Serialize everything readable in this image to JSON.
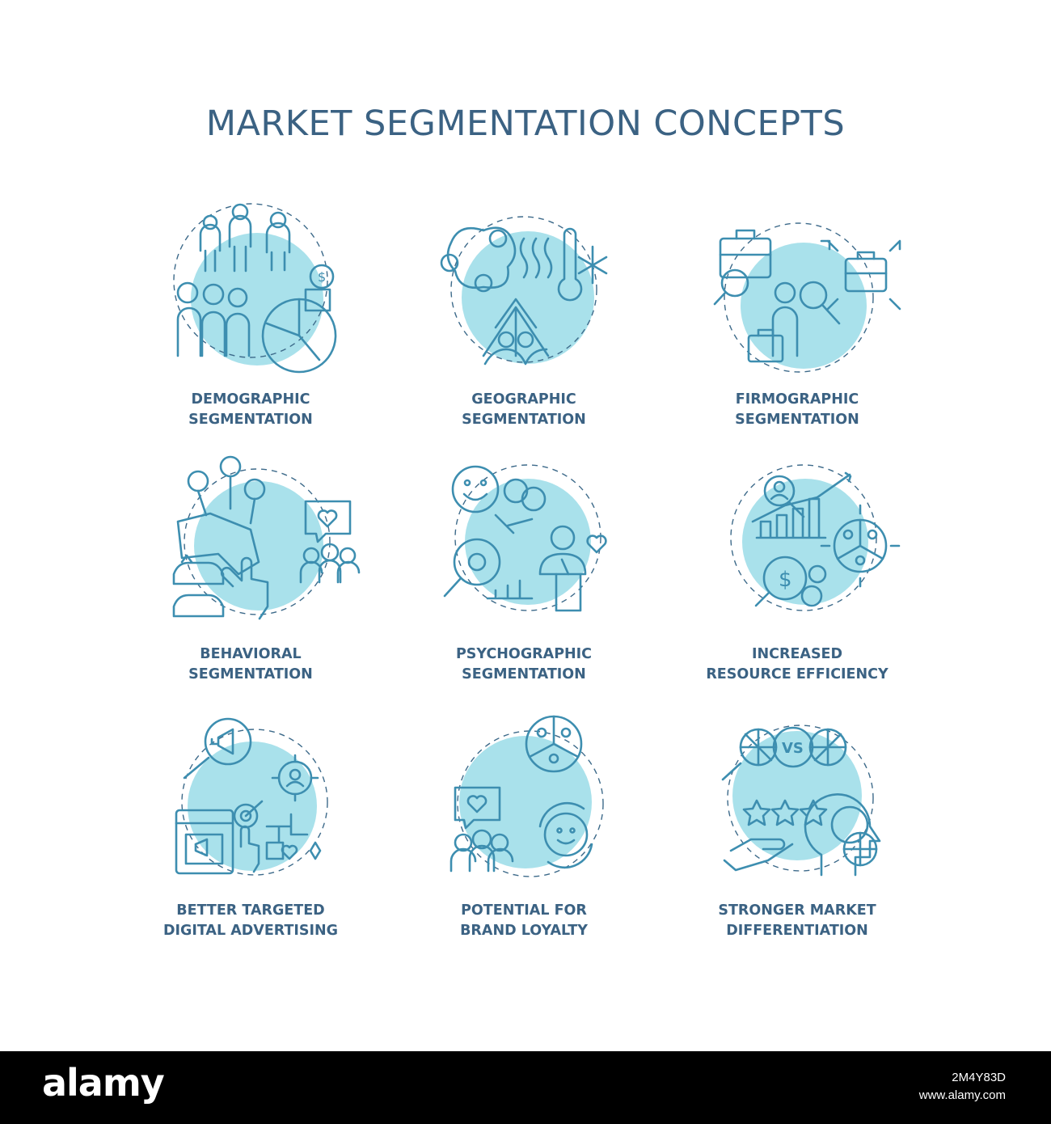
{
  "title": "MARKET SEGMENTATION CONCEPTS",
  "concepts": [
    {
      "label": "DEMOGRAPHIC\nSEGMENTATION",
      "icon": "demographic-icon"
    },
    {
      "label": "GEOGRAPHIC\nSEGMENTATION",
      "icon": "geographic-icon"
    },
    {
      "label": "FIRMOGRAPHIC\nSEGMENTATION",
      "icon": "firmographic-icon"
    },
    {
      "label": "BEHAVIORAL\nSEGMENTATION",
      "icon": "behavioral-icon"
    },
    {
      "label": "PSYCHOGRAPHIC\nSEGMENTATION",
      "icon": "psychographic-icon"
    },
    {
      "label": "INCREASED\nRESOURCE EFFICIENCY",
      "icon": "resource-efficiency-icon"
    },
    {
      "label": "BETTER TARGETED\nDIGITAL ADVERTISING",
      "icon": "targeted-advertising-icon"
    },
    {
      "label": "POTENTIAL FOR\nBRAND LOYALTY",
      "icon": "brand-loyalty-icon"
    },
    {
      "label": "STRONGER MARKET\nDIFFERENTIATION",
      "icon": "market-differentiation-icon"
    }
  ],
  "colors": {
    "accent": "#a9e1eb",
    "line": "#3d8eb0",
    "text": "#3b6283"
  },
  "footer": {
    "logo": "alamy",
    "image_id": "2M4Y83D",
    "site": "www.alamy.com"
  }
}
